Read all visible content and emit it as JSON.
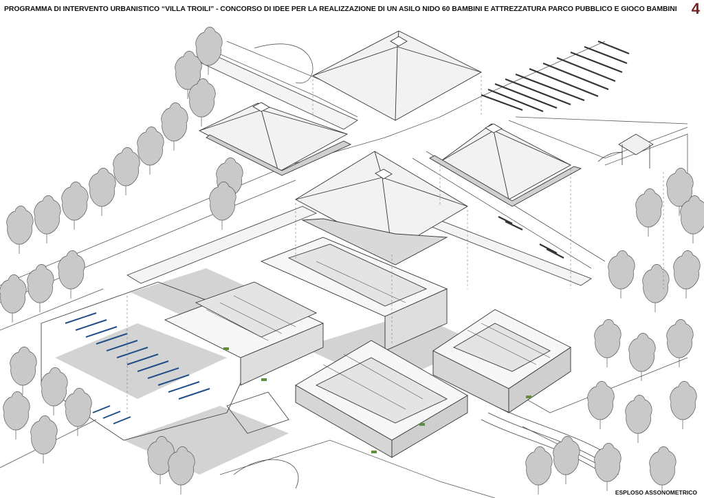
{
  "header": {
    "title": "PROGRAMMA DI INTERVENTO URBANISTICO  “VILLA TROILI” - CONCORSO DI IDEE PER LA REALIZZAZIONE DI UN ASILO NIDO  60 BAMBINI E ATTREZZATURA PARCO PUBBLICO  E GIOCO BAMBINI",
    "sheet_number": "4"
  },
  "footer": {
    "view_label": "ESPLOSO ASSONOMETRICO"
  },
  "colors": {
    "sheet_number": "#7a1f1f",
    "tree_fill": "#c9c9c9",
    "shadow": "#d3d3d3",
    "line": "#444444",
    "parking_blue": "#1f4e86",
    "grass": "#5f8f3a"
  }
}
